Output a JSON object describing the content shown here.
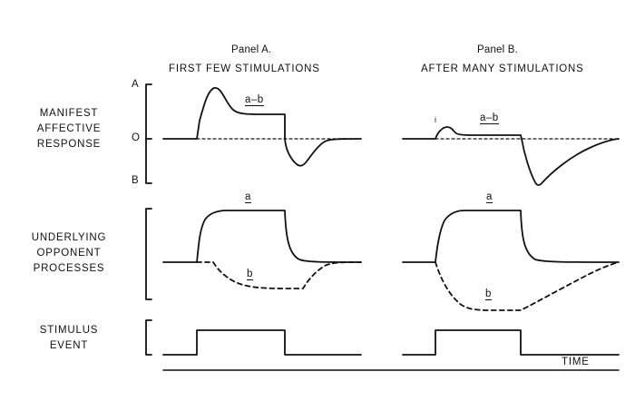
{
  "panelA": {
    "title": "Panel A.",
    "heading": "FIRST FEW STIMULATIONS"
  },
  "panelB": {
    "title": "Panel B.",
    "heading": "AFTER MANY STIMULATIONS"
  },
  "rows": {
    "manifest": {
      "line1": "MANIFEST",
      "line2": "AFFECTIVE",
      "line3": "RESPONSE"
    },
    "underlying": {
      "line1": "UNDERLYING",
      "line2": "OPPONENT",
      "line3": "PROCESSES"
    },
    "stimulus": {
      "line1": "STIMULUS",
      "line2": "EVENT"
    }
  },
  "axis": {
    "top": "A",
    "zero": "O",
    "bottom": "B"
  },
  "curves": {
    "difference": "a–b",
    "a": "a",
    "b": "b",
    "i": "i"
  },
  "time_label": "TIME"
}
